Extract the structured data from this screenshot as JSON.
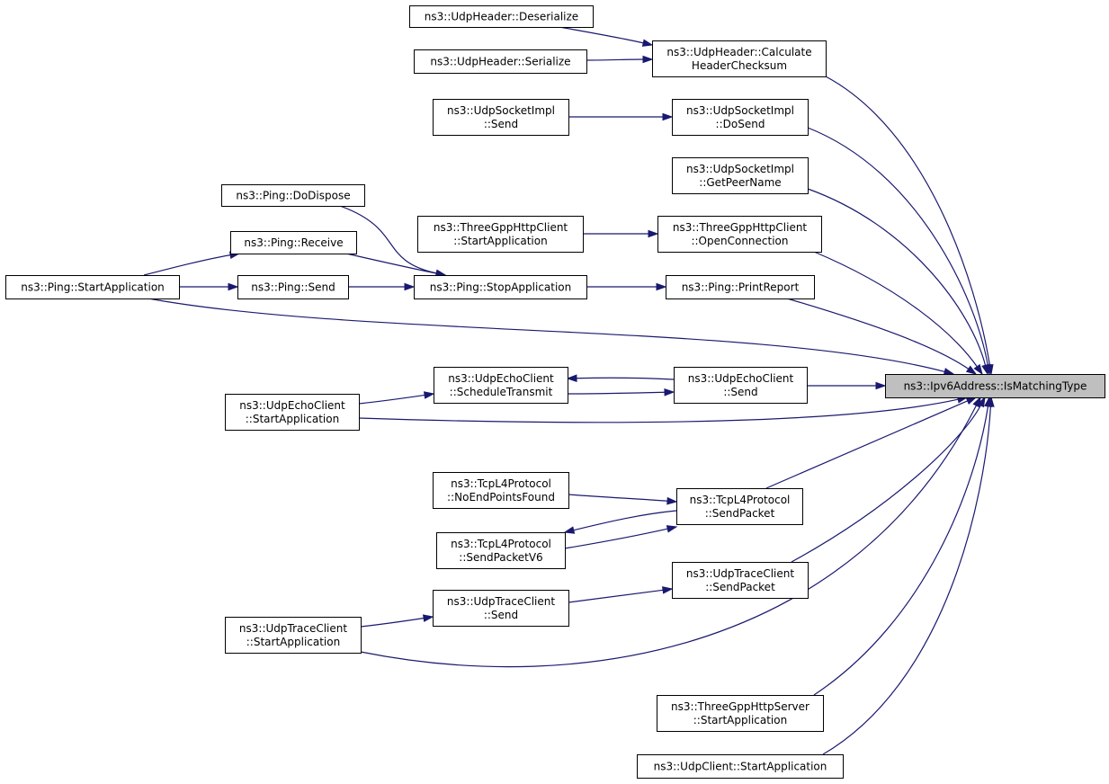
{
  "title": "ns3::Ipv6Address::IsMatchingType",
  "colors": {
    "edge": "#191970",
    "target_fill": "#bfbfbf",
    "node_fill": "#ffffff",
    "border": "#000000"
  },
  "nodes": [
    {
      "id": "target",
      "lines": [
        "ns3::Ipv6Address::IsMatchingType"
      ]
    },
    {
      "id": "udpheader-deserialize",
      "lines": [
        "ns3::UdpHeader::Deserialize"
      ]
    },
    {
      "id": "udpheader-serialize",
      "lines": [
        "ns3::UdpHeader::Serialize"
      ]
    },
    {
      "id": "udpheader-calc",
      "lines": [
        "ns3::UdpHeader::Calculate",
        "HeaderChecksum"
      ]
    },
    {
      "id": "udpsocketimpl-send",
      "lines": [
        "ns3::UdpSocketImpl",
        "::Send"
      ]
    },
    {
      "id": "udpsocketimpl-dosend",
      "lines": [
        "ns3::UdpSocketImpl",
        "::DoSend"
      ]
    },
    {
      "id": "udpsocketimpl-getpeername",
      "lines": [
        "ns3::UdpSocketImpl",
        "::GetPeerName"
      ]
    },
    {
      "id": "ping-dodispose",
      "lines": [
        "ns3::Ping::DoDispose"
      ]
    },
    {
      "id": "threegpp-client-startapp",
      "lines": [
        "ns3::ThreeGppHttpClient",
        "::StartApplication"
      ]
    },
    {
      "id": "threegpp-client-openconn",
      "lines": [
        "ns3::ThreeGppHttpClient",
        "::OpenConnection"
      ]
    },
    {
      "id": "ping-receive",
      "lines": [
        "ns3::Ping::Receive"
      ]
    },
    {
      "id": "ping-startapp",
      "lines": [
        "ns3::Ping::StartApplication"
      ]
    },
    {
      "id": "ping-send",
      "lines": [
        "ns3::Ping::Send"
      ]
    },
    {
      "id": "ping-stopapp",
      "lines": [
        "ns3::Ping::StopApplication"
      ]
    },
    {
      "id": "ping-printreport",
      "lines": [
        "ns3::Ping::PrintReport"
      ]
    },
    {
      "id": "udpecho-schedule",
      "lines": [
        "ns3::UdpEchoClient",
        "::ScheduleTransmit"
      ]
    },
    {
      "id": "udpecho-send",
      "lines": [
        "ns3::UdpEchoClient",
        "::Send"
      ]
    },
    {
      "id": "udpecho-startapp",
      "lines": [
        "ns3::UdpEchoClient",
        "::StartApplication"
      ]
    },
    {
      "id": "tcp-noendpoints",
      "lines": [
        "ns3::TcpL4Protocol",
        "::NoEndPointsFound"
      ]
    },
    {
      "id": "tcp-sendpacket",
      "lines": [
        "ns3::TcpL4Protocol",
        "::SendPacket"
      ]
    },
    {
      "id": "tcp-sendpacketv6",
      "lines": [
        "ns3::TcpL4Protocol",
        "::SendPacketV6"
      ]
    },
    {
      "id": "udptrace-sendpacket",
      "lines": [
        "ns3::UdpTraceClient",
        "::SendPacket"
      ]
    },
    {
      "id": "udptrace-send",
      "lines": [
        "ns3::UdpTraceClient",
        "::Send"
      ]
    },
    {
      "id": "udptrace-startapp",
      "lines": [
        "ns3::UdpTraceClient",
        "::StartApplication"
      ]
    },
    {
      "id": "threegpp-server-startapp",
      "lines": [
        "ns3::ThreeGppHttpServer",
        "::StartApplication"
      ]
    },
    {
      "id": "udpclient-startapp",
      "lines": [
        "ns3::UdpClient::StartApplication"
      ]
    }
  ],
  "edges": [
    {
      "from": "udpheader-deserialize",
      "to": "udpheader-calc"
    },
    {
      "from": "udpheader-serialize",
      "to": "udpheader-calc"
    },
    {
      "from": "udpheader-calc",
      "to": "target"
    },
    {
      "from": "udpsocketimpl-send",
      "to": "udpsocketimpl-dosend"
    },
    {
      "from": "udpsocketimpl-dosend",
      "to": "target"
    },
    {
      "from": "udpsocketimpl-getpeername",
      "to": "target"
    },
    {
      "from": "ping-dodispose",
      "to": "ping-stopapp"
    },
    {
      "from": "ping-receive",
      "to": "ping-stopapp"
    },
    {
      "from": "ping-startapp",
      "to": "ping-receive"
    },
    {
      "from": "ping-startapp",
      "to": "ping-send"
    },
    {
      "from": "ping-send",
      "to": "ping-stopapp"
    },
    {
      "from": "ping-stopapp",
      "to": "ping-printreport"
    },
    {
      "from": "ping-printreport",
      "to": "target"
    },
    {
      "from": "ping-startapp",
      "to": "target"
    },
    {
      "from": "threegpp-client-startapp",
      "to": "threegpp-client-openconn"
    },
    {
      "from": "threegpp-client-openconn",
      "to": "target"
    },
    {
      "from": "udpecho-schedule",
      "to": "udpecho-send"
    },
    {
      "from": "udpecho-send",
      "to": "udpecho-schedule"
    },
    {
      "from": "udpecho-startapp",
      "to": "udpecho-schedule"
    },
    {
      "from": "udpecho-send",
      "to": "target"
    },
    {
      "from": "udpecho-startapp",
      "to": "target"
    },
    {
      "from": "tcp-noendpoints",
      "to": "tcp-sendpacket"
    },
    {
      "from": "tcp-sendpacket",
      "to": "tcp-sendpacketv6"
    },
    {
      "from": "tcp-sendpacketv6",
      "to": "tcp-sendpacket"
    },
    {
      "from": "tcp-sendpacket",
      "to": "target"
    },
    {
      "from": "udptrace-send",
      "to": "udptrace-sendpacket"
    },
    {
      "from": "udptrace-startapp",
      "to": "udptrace-send"
    },
    {
      "from": "udptrace-sendpacket",
      "to": "target"
    },
    {
      "from": "udptrace-startapp",
      "to": "target"
    },
    {
      "from": "threegpp-server-startapp",
      "to": "target"
    },
    {
      "from": "udpclient-startapp",
      "to": "target"
    }
  ]
}
